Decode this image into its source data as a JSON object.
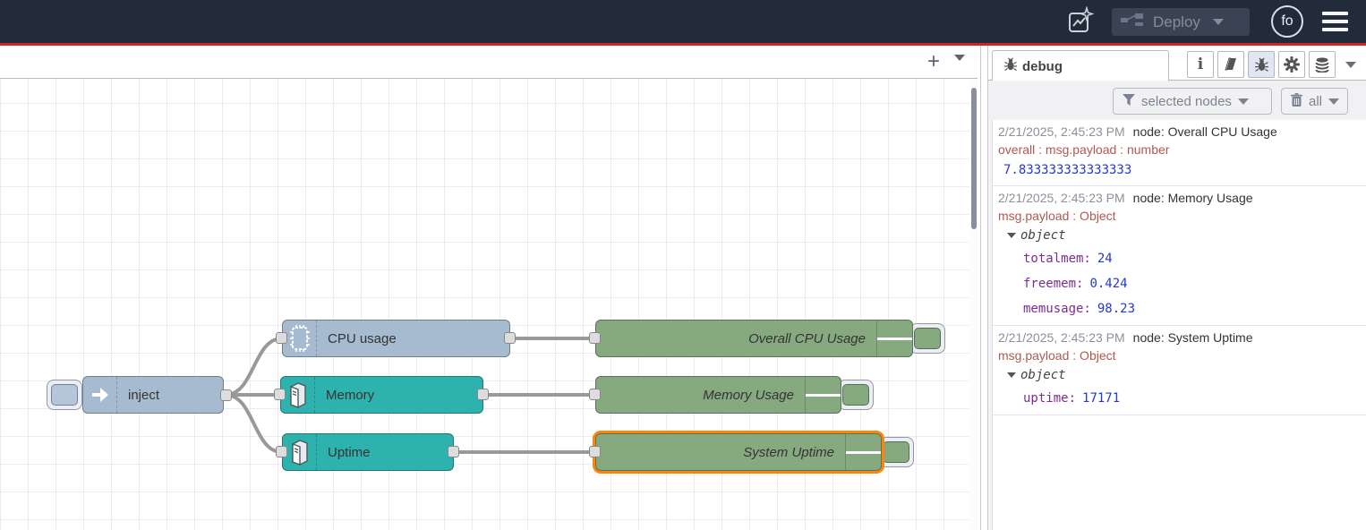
{
  "header": {
    "deploy_label": "Deploy",
    "avatar_initials": "fo"
  },
  "workspace": {
    "add_flow_label": "+"
  },
  "sidebar": {
    "tab_label": "debug",
    "filter_button_label": "selected nodes",
    "clear_button_label": "all"
  },
  "flow": {
    "nodes": {
      "inject": {
        "label": "inject"
      },
      "cpu": {
        "label": "CPU usage"
      },
      "memory": {
        "label": "Memory"
      },
      "uptime": {
        "label": "Uptime"
      },
      "overall": {
        "label": "Overall CPU Usage"
      },
      "memusage": {
        "label": "Memory Usage"
      },
      "sysuptime": {
        "label": "System Uptime",
        "selected": true
      }
    }
  },
  "debug": {
    "messages": [
      {
        "timestamp": "2/21/2025, 2:45:23 PM",
        "source": "node: Overall CPU Usage",
        "path": "overall : msg.payload : number",
        "value": "7.833333333333333"
      },
      {
        "timestamp": "2/21/2025, 2:45:23 PM",
        "source": "node: Memory Usage",
        "path": "msg.payload : Object",
        "object_label": "object",
        "entries": [
          {
            "key": "totalmem:",
            "value": "24"
          },
          {
            "key": "freemem:",
            "value": "0.424"
          },
          {
            "key": "memusage:",
            "value": "98.23"
          }
        ]
      },
      {
        "timestamp": "2/21/2025, 2:45:23 PM",
        "source": "node: System Uptime",
        "path": "msg.payload : Object",
        "object_label": "object",
        "entries": [
          {
            "key": "uptime:",
            "value": "17171"
          }
        ]
      }
    ]
  },
  "colors": {
    "header_bg": "#212b3a",
    "accent_red_line": "#ce2626",
    "inject_node": "#a6bbcf",
    "os_node_teal": "#2eb2ad",
    "debug_node_green": "#87a980",
    "selection_orange": "#ff8408",
    "debug_key_purple": "#7b2d90",
    "debug_number_blue": "#2438d2",
    "debug_path_red": "#ad5a51",
    "wire_gray": "#999999"
  },
  "icons": {
    "ai-flow-icon": "rounded square with chart line and sparkle",
    "deploy-icon": "two nodes joined by wire",
    "hamburger-icon": "three bars",
    "bug-icon": "bug glyph",
    "info-icon": "letter i",
    "book-icon": "book",
    "gear-icon": "gear",
    "stack-icon": "database cylinders",
    "funnel-icon": "filter funnel",
    "trash-icon": "trash can",
    "inject-arrow-icon": "white right arrow",
    "chip-icon": "cpu chip",
    "server-icon": "computer tower",
    "debug-lines-icon": "console output lines"
  }
}
